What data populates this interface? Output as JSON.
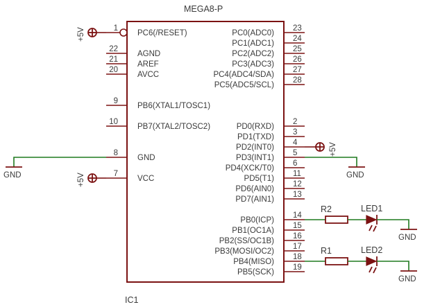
{
  "ic": {
    "name": "MEGA8-P",
    "ref": "IC1",
    "left_pins": [
      {
        "num": "1",
        "label": "PC6(/RESET)"
      },
      {
        "num": "22",
        "label": "AGND"
      },
      {
        "num": "21",
        "label": "AREF"
      },
      {
        "num": "20",
        "label": "AVCC"
      },
      {
        "num": "9",
        "label": "PB6(XTAL1/TOSC1)"
      },
      {
        "num": "10",
        "label": "PB7(XTAL2/TOSC2)"
      },
      {
        "num": "8",
        "label": "GND"
      },
      {
        "num": "7",
        "label": "VCC"
      }
    ],
    "right_pins": [
      {
        "num": "23",
        "label": "PC0(ADC0)"
      },
      {
        "num": "24",
        "label": "PC1(ADC1)"
      },
      {
        "num": "25",
        "label": "PC2(ADC2)"
      },
      {
        "num": "26",
        "label": "PC3(ADC3)"
      },
      {
        "num": "27",
        "label": "PC4(ADC4/SDA)"
      },
      {
        "num": "28",
        "label": "PC5(ADC5/SCL)"
      },
      {
        "num": "2",
        "label": "PD0(RXD)"
      },
      {
        "num": "3",
        "label": "PD1(TXD)"
      },
      {
        "num": "4",
        "label": "PD2(INT0)"
      },
      {
        "num": "5",
        "label": "PD3(INT1)"
      },
      {
        "num": "6",
        "label": "PD4(XCK/T0)"
      },
      {
        "num": "11",
        "label": "PD5(T1)"
      },
      {
        "num": "12",
        "label": "PD6(AIN0)"
      },
      {
        "num": "13",
        "label": "PD7(AIN1)"
      },
      {
        "num": "14",
        "label": "PB0(ICP)"
      },
      {
        "num": "15",
        "label": "PB1(OC1A)"
      },
      {
        "num": "16",
        "label": "PB2(SS/OC1B)"
      },
      {
        "num": "17",
        "label": "PB3(MOSI/OC2)"
      },
      {
        "num": "18",
        "label": "PB4(MISO)"
      },
      {
        "num": "19",
        "label": "PB5(SCK)"
      }
    ]
  },
  "power": {
    "vcc": "+5V",
    "gnd": "GND"
  },
  "parts": {
    "r1": "R1",
    "r2": "R2",
    "led1": "LED1",
    "led2": "LED2"
  },
  "colors": {
    "component": "#7b1212",
    "wire": "#1f7a1f",
    "text": "#3a3a3a"
  }
}
